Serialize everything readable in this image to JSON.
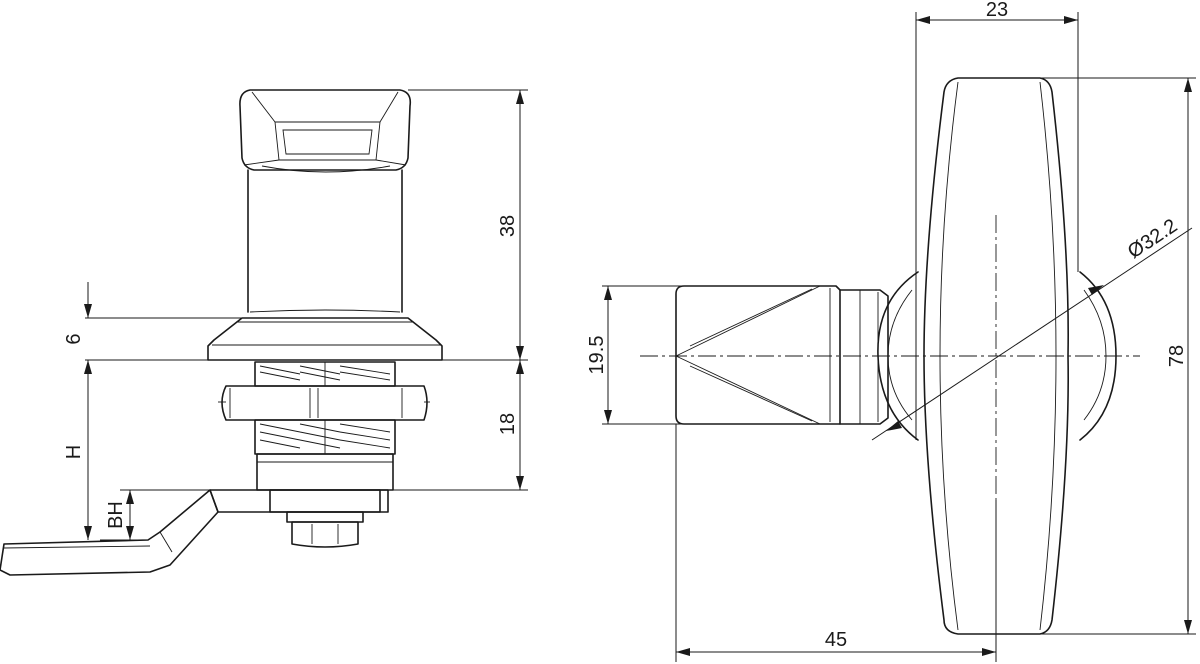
{
  "side_view": {
    "dim_handle_height": "38",
    "dim_flange": "6",
    "dim_body": "18",
    "dim_H": "H",
    "dim_BH": "BH"
  },
  "end_view": {
    "dim_top_width": "23",
    "dim_height": "78",
    "dim_diameter": "Ø32.2",
    "dim_square": "19.5",
    "dim_bottom_width": "45"
  }
}
